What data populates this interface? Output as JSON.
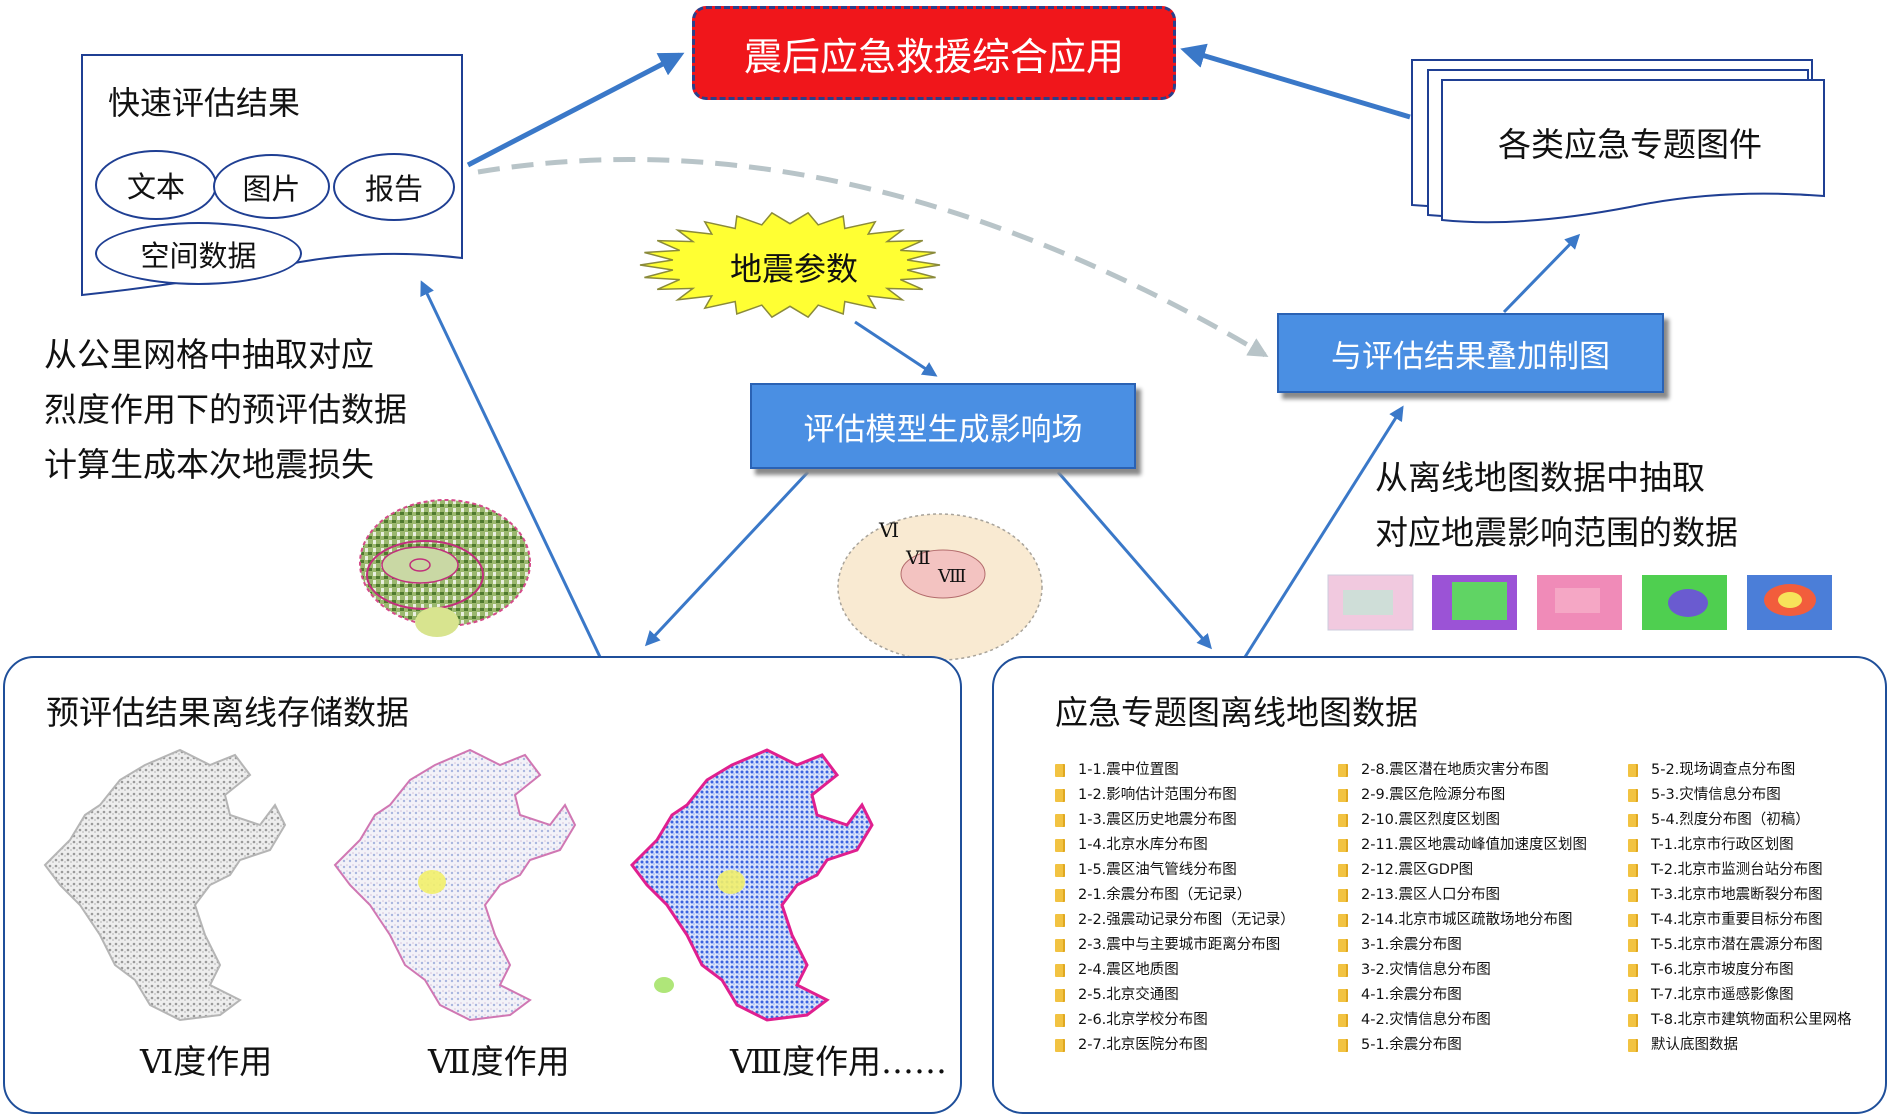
{
  "title": "震后应急救援综合应用",
  "quick_results": {
    "title": "快速评估结果",
    "items": [
      "文本",
      "图片",
      "报告",
      "空间数据"
    ]
  },
  "thematic_maps_title": "各类应急专题图件",
  "earthquake_params": "地震参数",
  "model_box": "评估模型生成影响场",
  "overlay_box": "与评估结果叠加制图",
  "left_note": [
    "从公里网格中抽取对应",
    "烈度作用下的预评估数据",
    "计算生成本次地震损失"
  ],
  "right_note": [
    "从离线地图数据中抽取",
    "对应地震影响范围的数据"
  ],
  "intensity_labels": [
    "Ⅵ",
    "Ⅶ",
    "Ⅷ"
  ],
  "pre_eval_panel": {
    "title": "预评估结果离线存储数据",
    "maps": [
      "Ⅵ度作用",
      "Ⅶ度作用",
      "Ⅷ度作用……"
    ]
  },
  "emergency_panel": {
    "title": "应急专题图离线地图数据",
    "columns": [
      [
        "1-1.震中位置图",
        "1-2.影响估计范围分布图",
        "1-3.震区历史地震分布图",
        "1-4.北京水库分布图",
        "1-5.震区油气管线分布图",
        "2-1.余震分布图（无记录）",
        "2-2.强震动记录分布图（无记录）",
        "2-3.震中与主要城市距离分布图",
        "2-4.震区地质图",
        "2-5.北京交通图",
        "2-6.北京学校分布图",
        "2-7.北京医院分布图"
      ],
      [
        "2-8.震区潜在地质灾害分布图",
        "2-9.震区危险源分布图",
        "2-10.震区烈度区划图",
        "2-11.震区地震动峰值加速度区划图",
        "2-12.震区GDP图",
        "2-13.震区人口分布图",
        "2-14.北京市城区疏散场地分布图",
        "3-1.余震分布图",
        "3-2.灾情信息分布图",
        "4-1.余震分布图",
        "4-2.灾情信息分布图",
        "5-1.余震分布图"
      ],
      [
        "5-2.现场调查点分布图",
        "5-3.灾情信息分布图",
        "5-4.烈度分布图（初稿）",
        "T-1.北京市行政区划图",
        "T-2.北京市监测台站分布图",
        "T-3.北京市地震断裂分布图",
        "T-4.北京市重要目标分布图",
        "T-5.北京市潜在震源分布图",
        "T-6.北京市坡度分布图",
        "T-7.北京市遥感影像图",
        "T-8.北京市建筑物面积公里网格",
        "默认底图数据"
      ]
    ]
  },
  "colors": {
    "title_fill": "#f0161b",
    "box_fill": "#4a8fe3",
    "arrow": "#3a78c8",
    "border": "#1f4f9a",
    "burst_fill": "#ffff33"
  }
}
